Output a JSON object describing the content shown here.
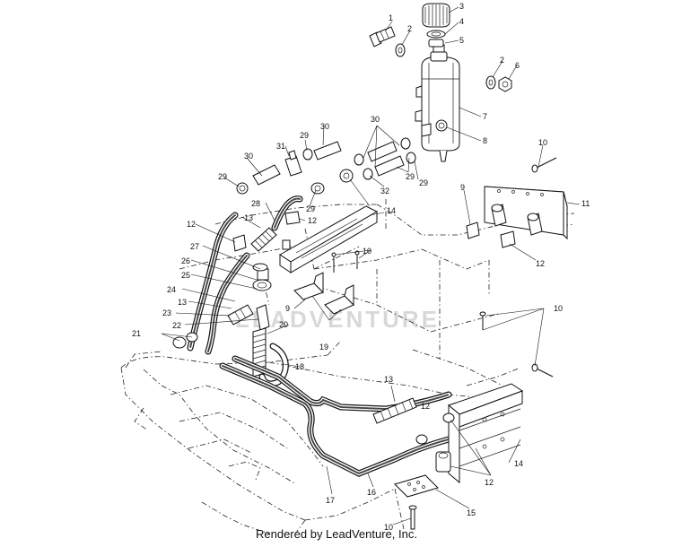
{
  "diagram": {
    "part_numbers": {
      "p1": "1",
      "p2a": "2",
      "p2b": "2",
      "p3": "3",
      "p4": "4",
      "p5": "5",
      "p6": "6",
      "p7": "7",
      "p8": "8",
      "p9a": "9",
      "p9b": "9",
      "p10a": "10",
      "p10b": "10",
      "p10c": "10",
      "p10d": "10",
      "p11": "11",
      "p12a": "12",
      "p12b": "12",
      "p12c": "12",
      "p12d": "12",
      "p12e": "12",
      "p13a": "13",
      "p13b": "13",
      "p13c": "13",
      "p14a": "14",
      "p14b": "14",
      "p15": "15",
      "p16": "16",
      "p17": "17",
      "p18": "18",
      "p19": "19",
      "p20": "20",
      "p21": "21",
      "p22": "22",
      "p23": "23",
      "p24": "24",
      "p25": "25",
      "p26": "26",
      "p27": "27",
      "p28": "28",
      "p29a": "29",
      "p29b": "29",
      "p29c": "29",
      "p29d": "29",
      "p29e": "29",
      "p30a": "30",
      "p30b": "30",
      "p30c": "30",
      "p31": "31",
      "p32": "32"
    },
    "watermark": "LEADVENTURE",
    "footer": "Rendered by LeadVenture, Inc."
  }
}
